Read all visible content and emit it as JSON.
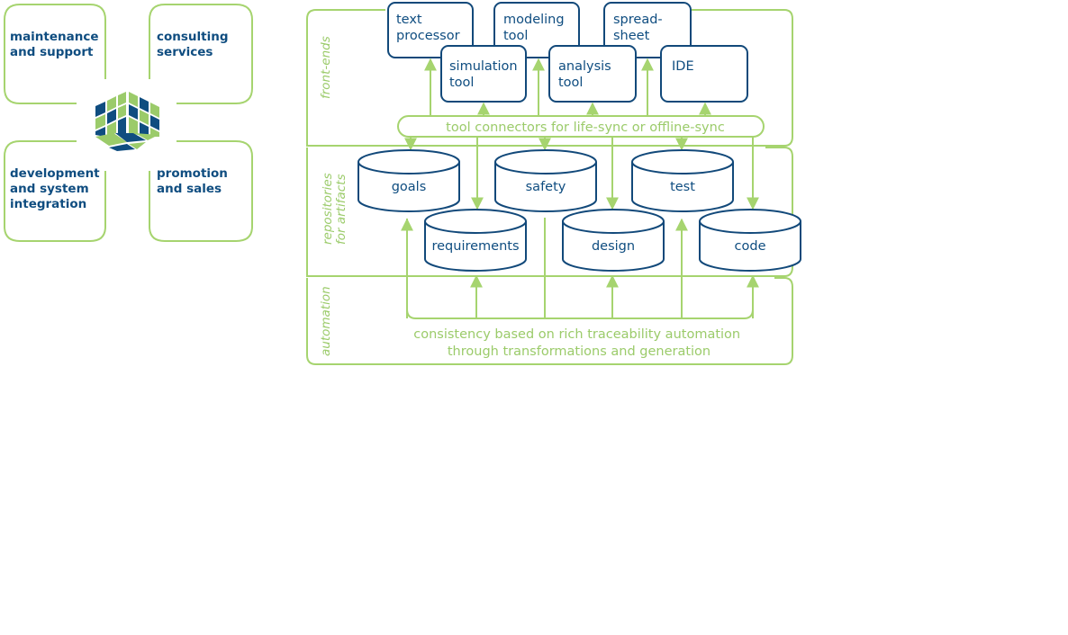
{
  "colors": {
    "green": "#9bcb6a",
    "blue": "#0f4d80",
    "light_green": "#a6d46f"
  },
  "services": {
    "top_left": [
      "maintenance",
      "and support"
    ],
    "top_right": [
      "consulting",
      "services"
    ],
    "bottom_left": [
      "development",
      "and system",
      "integration"
    ],
    "bottom_right": [
      "promotion",
      "and sales"
    ]
  },
  "logo": {
    "icon": "cube-logo-icon"
  },
  "layers": {
    "front_ends": "front-ends",
    "repositories": [
      "repositories",
      "for artifacts"
    ],
    "automation": "automation"
  },
  "tools": {
    "text_processor": [
      "text",
      "processor"
    ],
    "modeling_tool": [
      "modeling",
      "tool"
    ],
    "spreadsheet": [
      "spread-",
      "sheet"
    ],
    "simulation_tool": [
      "simulation",
      "tool"
    ],
    "analysis_tool": [
      "analysis",
      "tool"
    ],
    "ide": [
      "IDE"
    ]
  },
  "connector_bar": "tool connectors for life-sync or offline-sync",
  "repositories": {
    "goals": "goals",
    "safety": "safety",
    "test": "test",
    "requirements": "requirements",
    "design": "design",
    "code": "code"
  },
  "automation_text": [
    "consistency based on rich traceability automation",
    "through transformations and generation"
  ]
}
